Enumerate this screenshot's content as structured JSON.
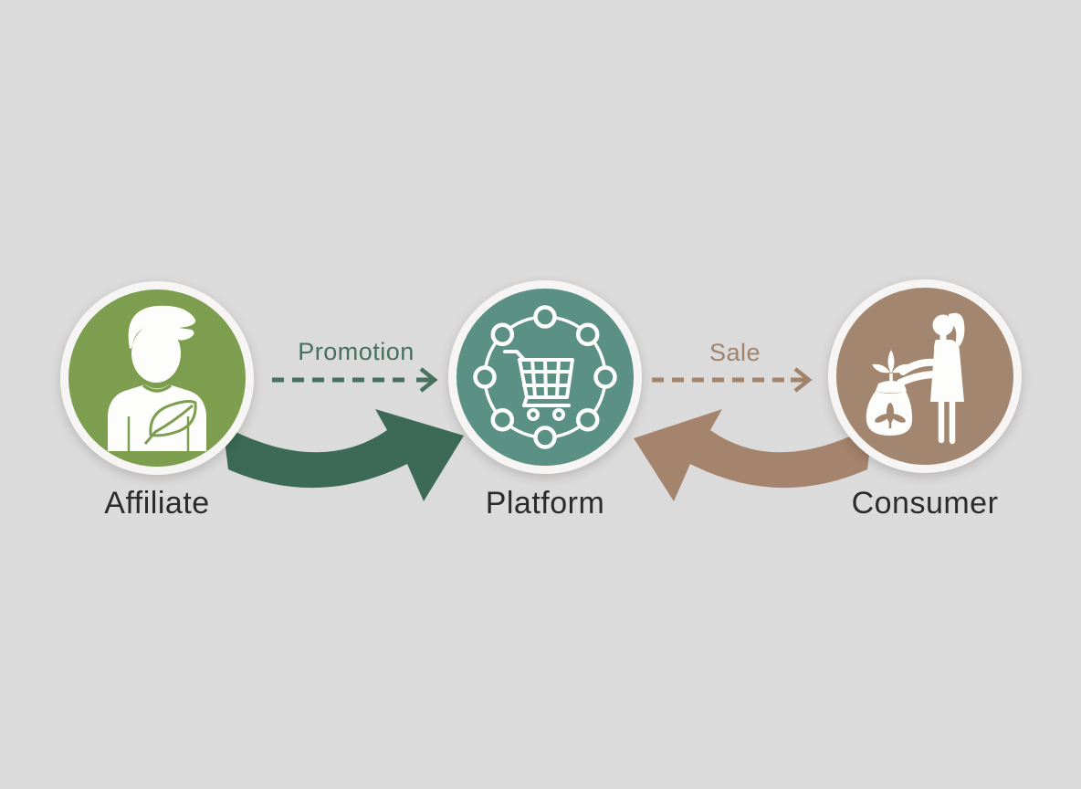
{
  "colors": {
    "background": "#dcdbdb",
    "ring": "#f6f5f3",
    "affiliate": "#7d9e4e",
    "platform": "#5b9085",
    "consumer": "#a28670",
    "arrow-green": "#3d6a57",
    "arrow-brown": "#a5846e",
    "dash-green": "#47705f",
    "dash-brown": "#a1836c",
    "label-text": "#2b2b2b"
  },
  "diagram": {
    "nodes": [
      {
        "id": "affiliate",
        "label": "Affiliate",
        "color": "#7d9e4e",
        "icon": "person-leaf-icon"
      },
      {
        "id": "platform",
        "label": "Platform",
        "color": "#5b9085",
        "icon": "cart-network-icon"
      },
      {
        "id": "consumer",
        "label": "Consumer",
        "color": "#a28670",
        "icon": "shopper-bag-icon"
      }
    ],
    "flows": [
      {
        "id": "promotion",
        "label": "Promotion",
        "from": "affiliate",
        "to": "platform",
        "style": "dashed",
        "color": "#47705f"
      },
      {
        "id": "sale",
        "label": "Sale",
        "from": "platform",
        "to": "consumer",
        "style": "dashed",
        "color": "#a1836c"
      }
    ],
    "thick_arrows": [
      {
        "id": "affiliate-to-platform-swoosh",
        "from": "affiliate",
        "to": "platform",
        "color": "#3d6a57",
        "direction": "right"
      },
      {
        "id": "consumer-to-platform-swoosh",
        "from": "consumer",
        "to": "platform",
        "color": "#a5846e",
        "direction": "left"
      }
    ]
  }
}
